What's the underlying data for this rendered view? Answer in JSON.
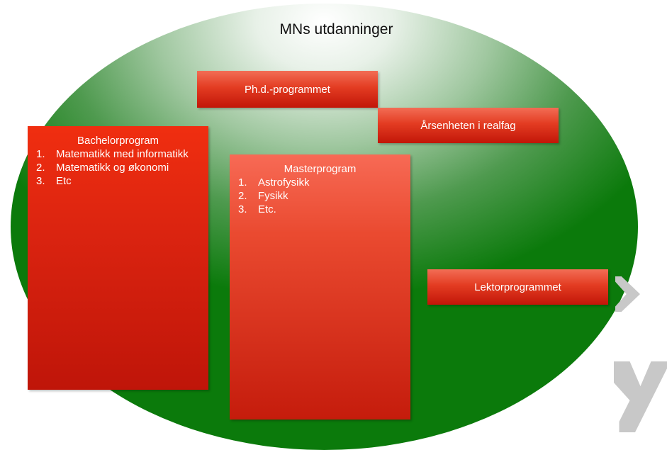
{
  "title": "MNs utdanninger",
  "boxes": {
    "phd": "Ph.d.-programmet",
    "arsenhet": "Årsenheten i realfag",
    "lektor": "Lektorprogrammet"
  },
  "bachelor": {
    "heading": "Bachelorprogram",
    "items": [
      {
        "num": "1.",
        "text": "Matematikk med informatikk"
      },
      {
        "num": "2.",
        "text": "Matematikk og økonomi"
      },
      {
        "num": "3.",
        "text": "Etc"
      }
    ]
  },
  "master": {
    "heading": "Masterprogram",
    "items": [
      {
        "num": "1.",
        "text": "Astrofysikk"
      },
      {
        "num": "2.",
        "text": "Fysikk"
      },
      {
        "num": "3.",
        "text": "Etc."
      }
    ]
  },
  "colors": {
    "ellipse_edge": "#0b7a0b",
    "box_red": "#e33c22",
    "chevron_gray": "#c8c8c8"
  }
}
